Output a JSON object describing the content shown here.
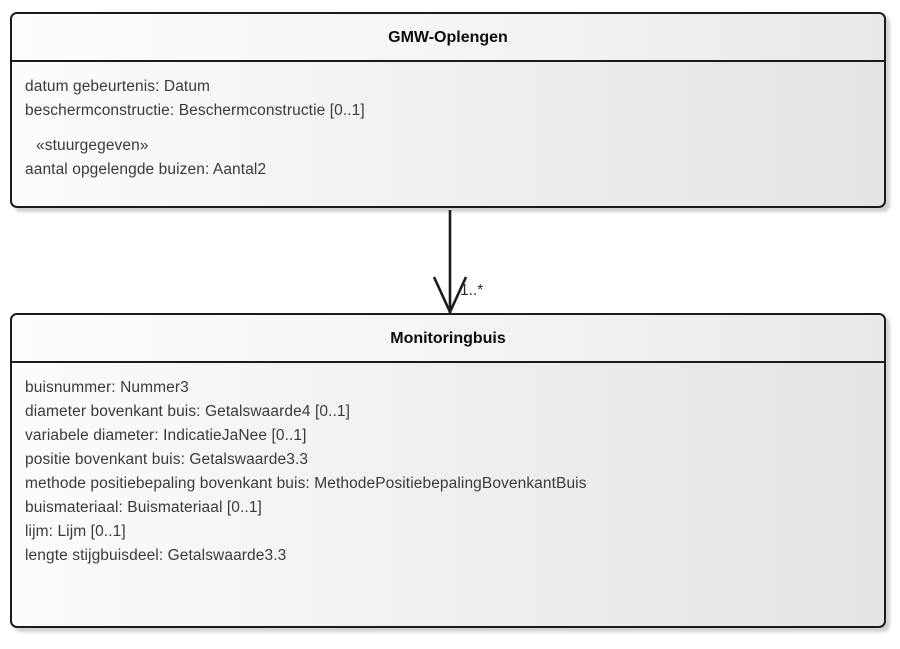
{
  "diagram": {
    "type": "uml-class-diagram",
    "background_color": "#ffffff",
    "line_color": "#1b1b1b",
    "text_color": "#3a3a3a"
  },
  "classes": [
    {
      "id": "gmw-oplengen",
      "name": "GMW-Oplengen",
      "attributes": [
        {
          "text": "datum gebeurtenis: Datum",
          "kind": "attribute"
        },
        {
          "text": "beschermconstructie: Beschermconstructie [0..1]",
          "kind": "attribute"
        },
        {
          "text": "«stuurgegeven»",
          "kind": "stereotype"
        },
        {
          "text": "aantal opgelengde buizen: Aantal2",
          "kind": "attribute"
        }
      ]
    },
    {
      "id": "monitoringbuis",
      "name": "Monitoringbuis",
      "attributes": [
        {
          "text": "buisnummer: Nummer3",
          "kind": "attribute"
        },
        {
          "text": "diameter bovenkant buis: Getalswaarde4 [0..1]",
          "kind": "attribute"
        },
        {
          "text": "variabele diameter: IndicatieJaNee [0..1]",
          "kind": "attribute"
        },
        {
          "text": "positie bovenkant buis: Getalswaarde3.3",
          "kind": "attribute"
        },
        {
          "text": "methode positiebepaling bovenkant buis: MethodePositiebepalingBovenkantBuis",
          "kind": "attribute"
        },
        {
          "text": "buismateriaal: Buismateriaal [0..1]",
          "kind": "attribute"
        },
        {
          "text": "lijm: Lijm [0..1]",
          "kind": "attribute"
        },
        {
          "text": "lengte stijgbuisdeel: Getalswaarde3.3",
          "kind": "attribute"
        }
      ]
    }
  ],
  "relationship": {
    "kind": "association",
    "arrow": "open-arrowhead",
    "direction": "down",
    "source": "GMW-Oplengen",
    "target": "Monitoringbuis",
    "target_multiplicity": "1..*"
  }
}
